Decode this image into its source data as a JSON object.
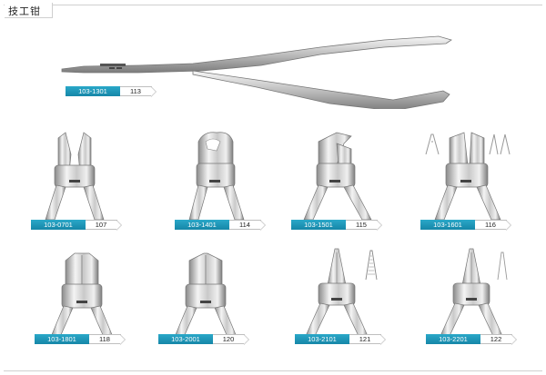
{
  "header": {
    "title": "技工钳"
  },
  "products": [
    {
      "code": "103-1301",
      "num": "113"
    },
    {
      "code": "103-0701",
      "num": "107"
    },
    {
      "code": "103-1401",
      "num": "114"
    },
    {
      "code": "103-1501",
      "num": "115"
    },
    {
      "code": "103-1601",
      "num": "116"
    },
    {
      "code": "103-1801",
      "num": "118"
    },
    {
      "code": "103-2001",
      "num": "120"
    },
    {
      "code": "103-2101",
      "num": "121"
    },
    {
      "code": "103-2201",
      "num": "122"
    }
  ],
  "colors": {
    "label_bg": "#1a8fb0",
    "steel_light": "#e6e6e6",
    "steel_dark": "#7a7a7a"
  }
}
